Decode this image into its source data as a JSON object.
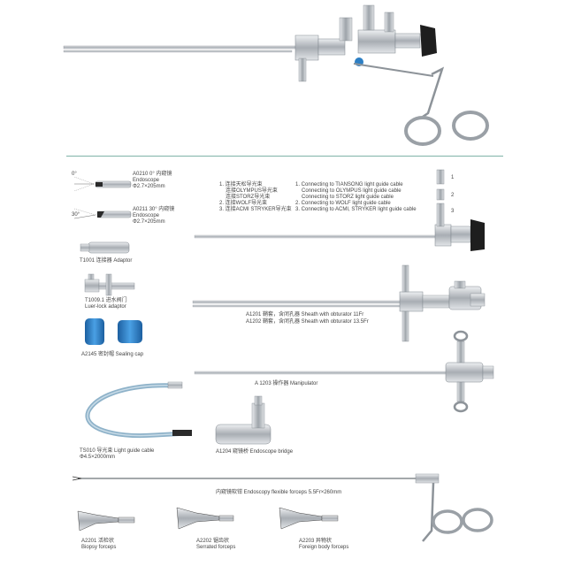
{
  "items": {
    "a0210": {
      "line1": "A0210  0° 内窥镜",
      "line2": "Endoscope",
      "line3": "Φ2.7×205mm",
      "angle": "0°"
    },
    "a0211": {
      "line1": "A0211  30° 内窥镜",
      "line2": "Endoscope",
      "line3": "Φ2.7×205mm",
      "angle": "30°"
    },
    "t1001": {
      "label": "T1001 连接器 Adaptor"
    },
    "t1009": {
      "line1": "T1009.1 进水阀门",
      "line2": "Luer-lock adaptor"
    },
    "a2145": {
      "label": "A2145 密封帽  Sealing cap"
    },
    "ts010": {
      "line1": "TS010 导光束  Light guide cable",
      "line2": "Φ4.5×2000mm"
    },
    "a1204": {
      "label": "A1204 窥镜桥  Endoscope bridge"
    },
    "a1201": {
      "label": "A1201 鞘套，含闭孔器  Sheath with obturator  11Fr"
    },
    "a1202": {
      "label": "A1202 鞘套，含闭孔器  Sheath with obturator  13.5Fr"
    },
    "a1203": {
      "label": "A 1203 操作器 Manipulator"
    },
    "forceps_flexible": {
      "label": "内窥镜软钳  Endoscopy flexible forceps 5.5Fr×260mm"
    },
    "a2201": {
      "line1": "A2201 活检状",
      "line2": "Biopsy forceps"
    },
    "a2202": {
      "line1": "A2202 锯齿状",
      "line2": "Serrated forceps"
    },
    "a2203": {
      "line1": "A2203 异物状",
      "line2": "Foreign body forceps"
    }
  },
  "connectors": {
    "cn": [
      "1. 连接天松导光束",
      "连接OLYMPUS导光束",
      "连接STORZ导光束",
      "2. 连接WOLF导光束",
      "3. 连接ACMI STRYKER导光束"
    ],
    "en": [
      "1. Connecting to TIANSONG light guide cable",
      "Connecting to OLYMPUS light guide cable",
      "Connecting to STORZ light guide cable",
      "2. Connecting to WOLF light guide cable",
      "3. Connecting to ACMI, STRYKER light guide cable"
    ],
    "numbers": [
      "1",
      "2",
      "3"
    ]
  },
  "colors": {
    "metal": "#b9bec4",
    "metal_dark": "#7d848b",
    "black": "#1e1e1e",
    "blue": "#2d7fc4",
    "cable": "#8eb2c9",
    "divider": "#7fb3a8"
  }
}
